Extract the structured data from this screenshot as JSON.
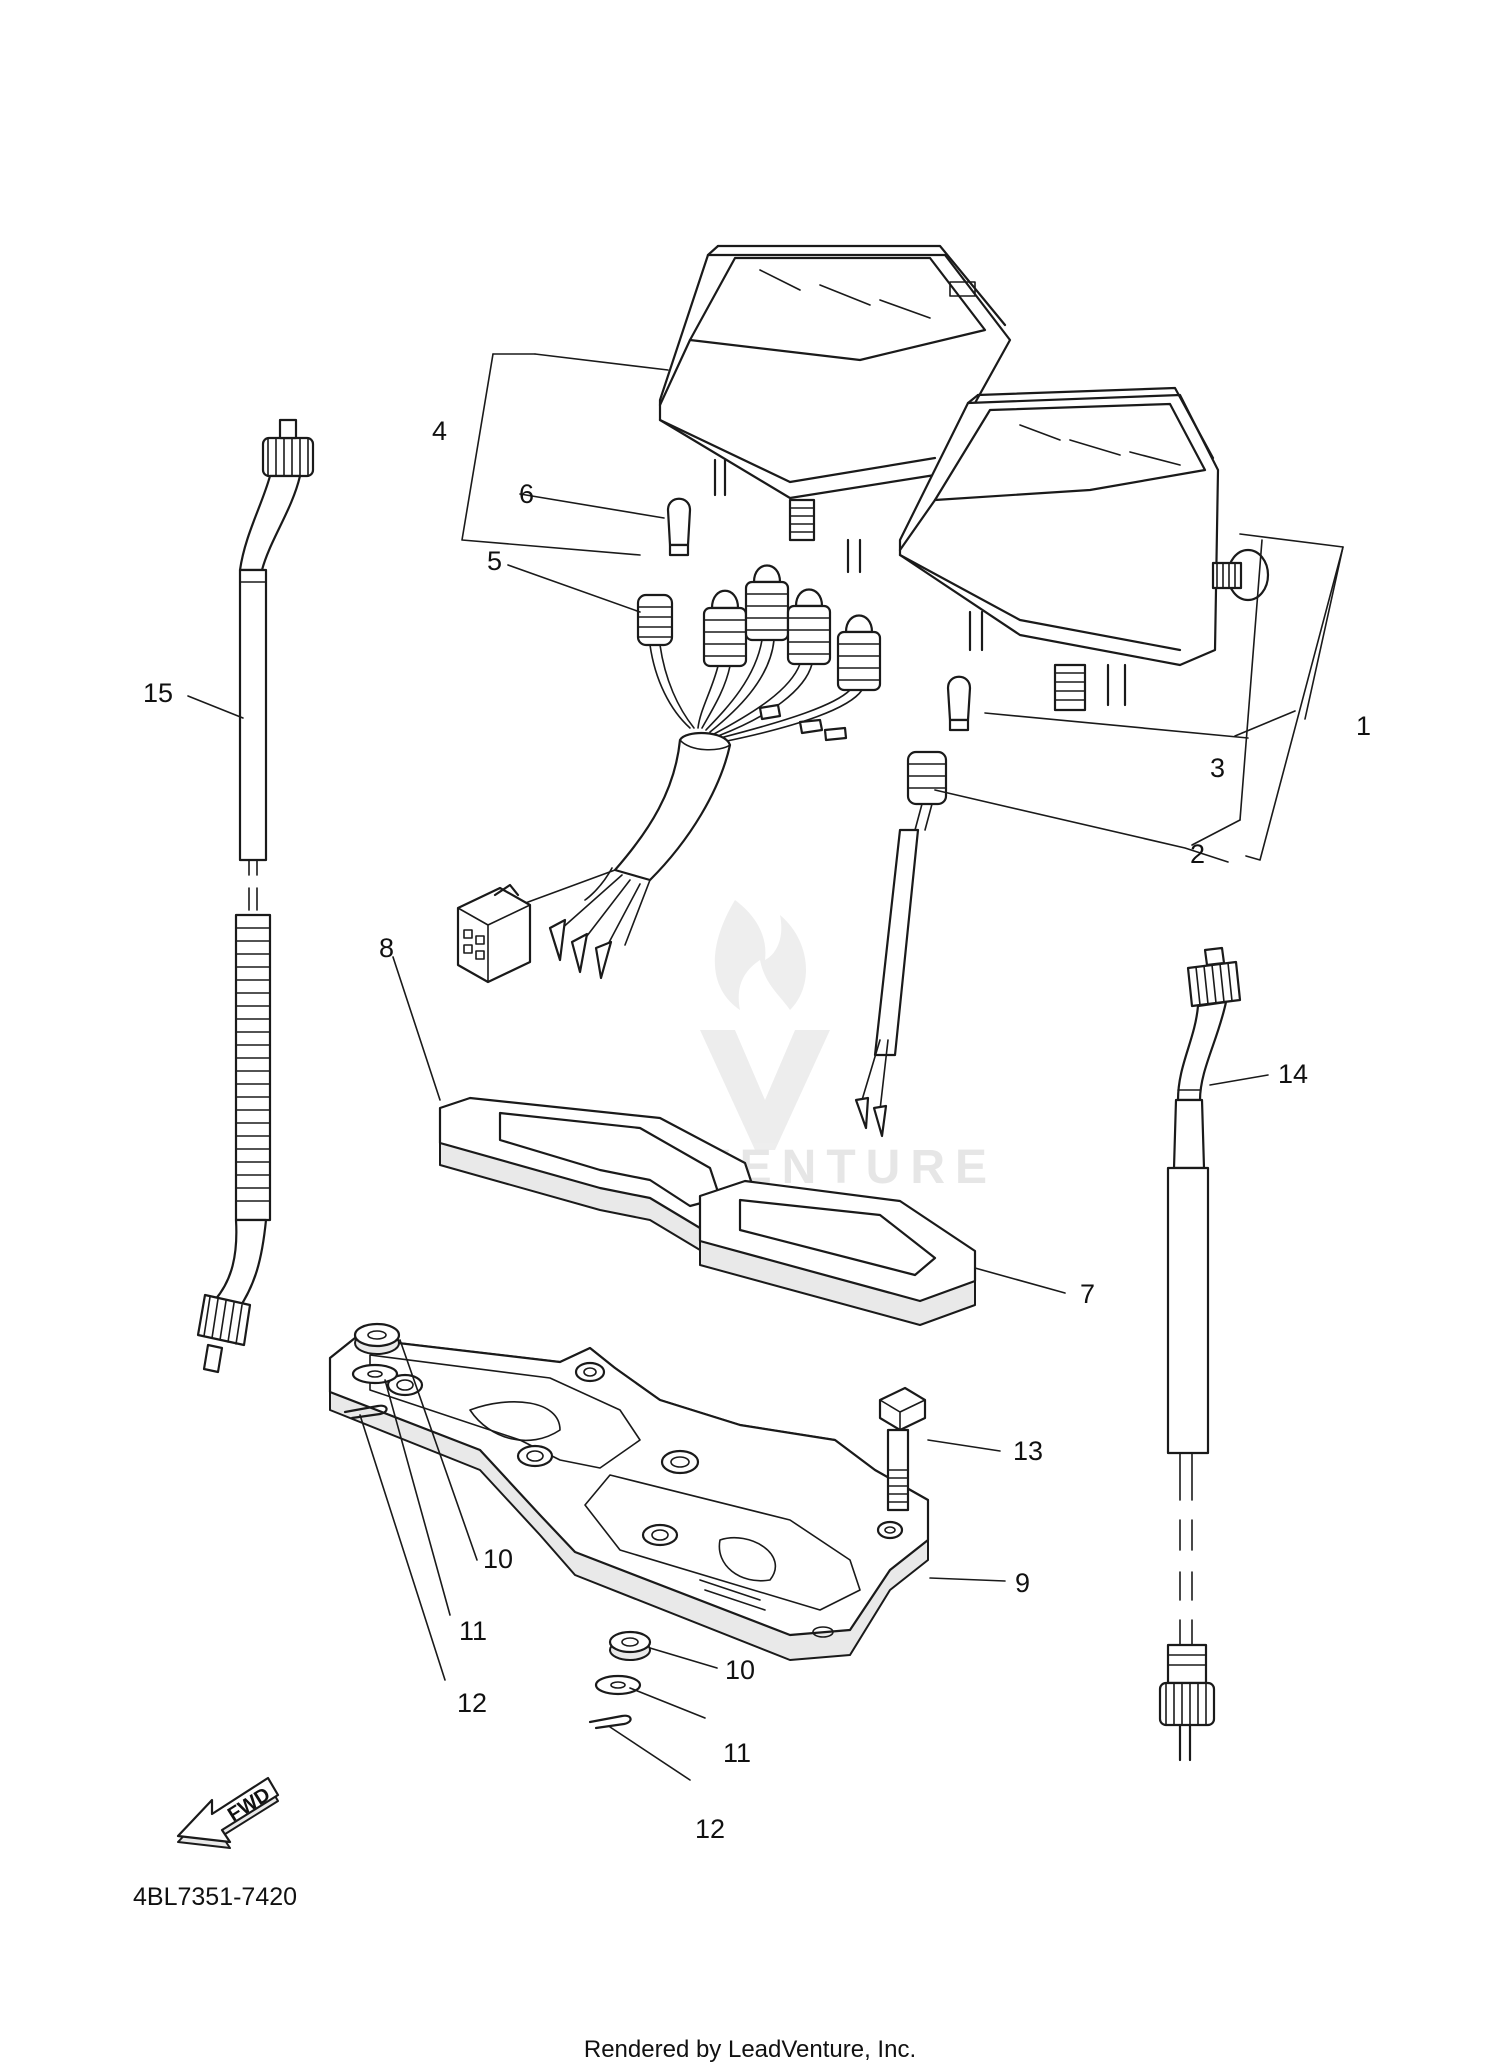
{
  "watermark": {
    "text": "LEADVENTURE"
  },
  "callouts": {
    "c1": "1",
    "c2": "2",
    "c3": "3",
    "c4": "4",
    "c5": "5",
    "c6": "6",
    "c7": "7",
    "c8": "8",
    "c9": "9",
    "c10a": "10",
    "c10b": "10",
    "c11a": "11",
    "c11b": "11",
    "c12a": "12",
    "c12b": "12",
    "c13": "13",
    "c14": "14",
    "c15": "15"
  },
  "fwd_arrow": {
    "label": "FWD"
  },
  "part_number": "4BL7351-7420",
  "footer": "Rendered by LeadVenture, Inc.",
  "colors": {
    "line": "#1a1a1a",
    "watermark": "#e6e6e6",
    "background": "#ffffff"
  }
}
